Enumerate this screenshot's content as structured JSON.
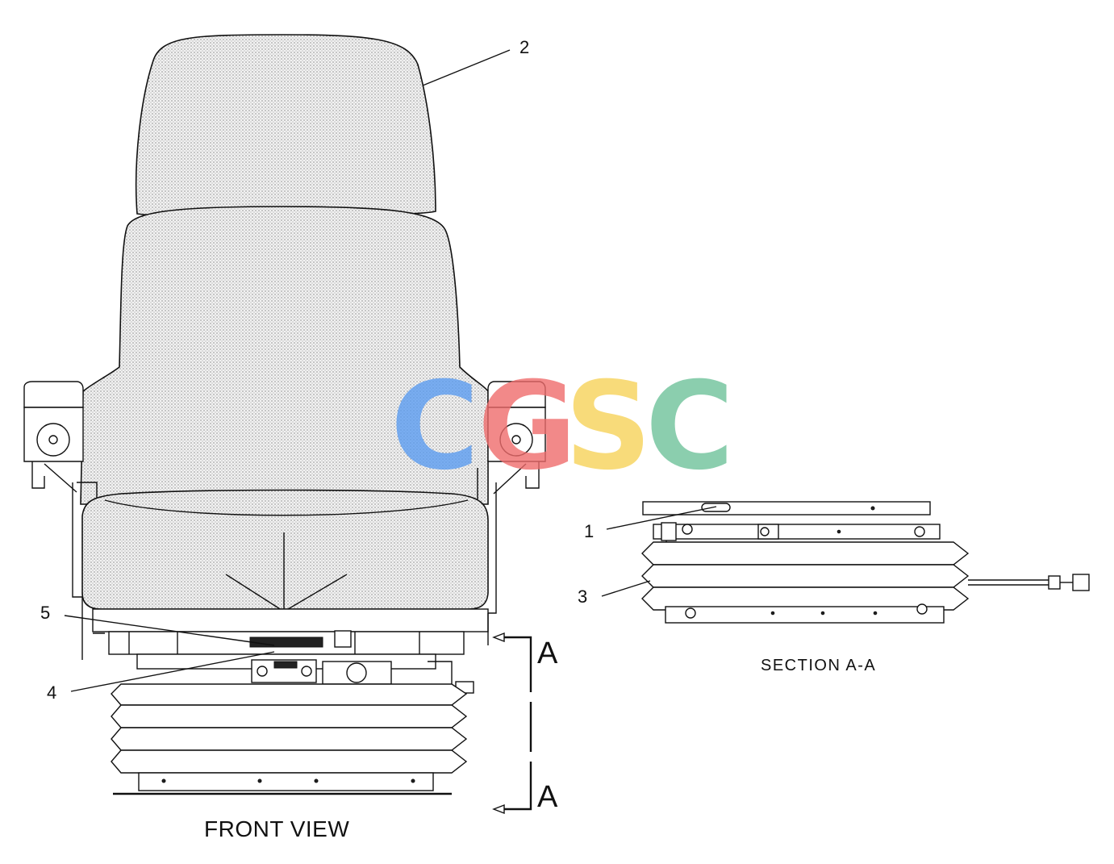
{
  "callouts": {
    "c1": "1",
    "c2": "2",
    "c3": "3",
    "c4": "4",
    "c5": "5"
  },
  "section_marker": {
    "top": "A",
    "bottom": "A"
  },
  "views": {
    "front_title": "FRONT VIEW",
    "section_title": "SECTION  A-A"
  },
  "watermark": {
    "letters": [
      "C",
      "G",
      "S",
      "C"
    ],
    "colors": [
      "#5b9cf0",
      "#ef6c6c",
      "#f7d35a",
      "#6fc29a"
    ]
  }
}
